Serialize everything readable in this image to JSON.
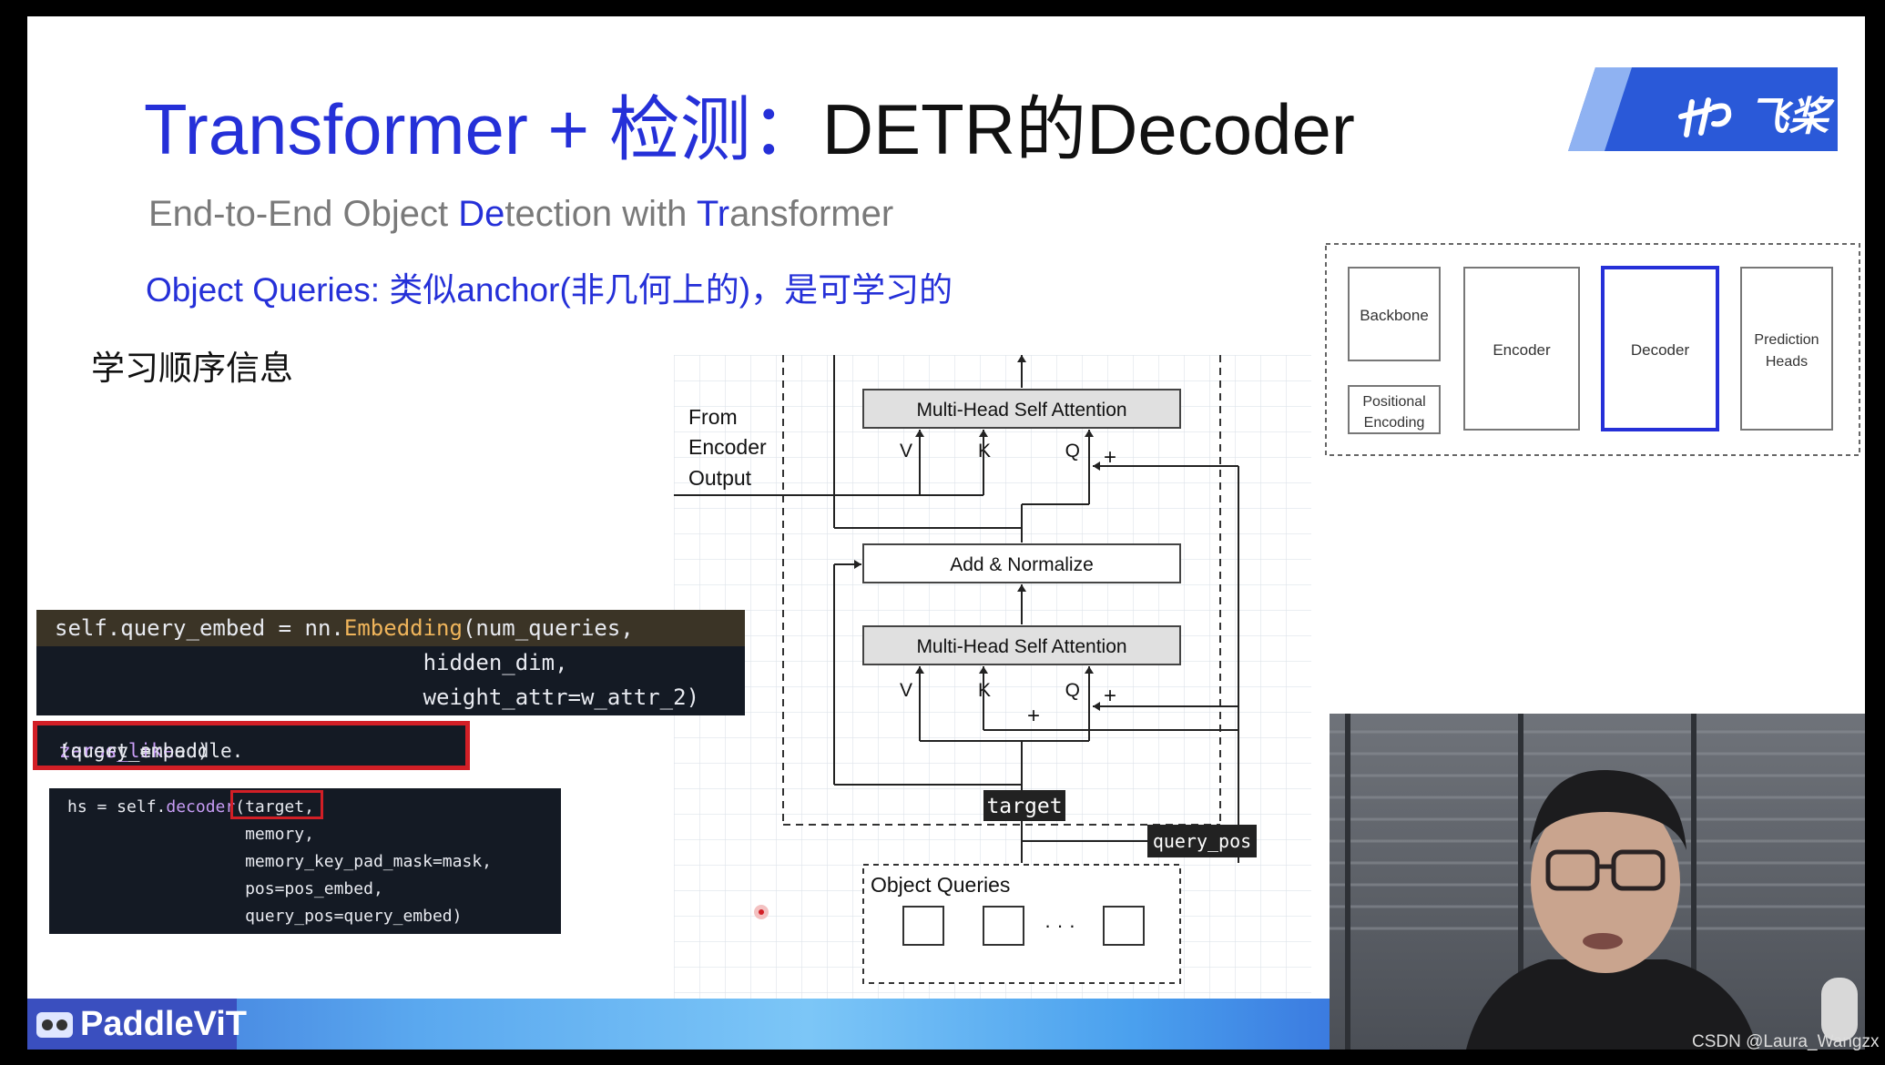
{
  "slide": {
    "title_blue": "Transformer + 检测：",
    "title_dark": "DETR的Decoder",
    "subtitle_parts": [
      "End-to-End Object ",
      "De",
      "tection with ",
      "Tr",
      "ansformer"
    ],
    "queries_note": "Object Queries: 类似anchor(非几何上的)，是可学习的",
    "learn_order": "学习顺序信息",
    "logo_text": "飞桨",
    "footer_brand": "PaddleViT",
    "watermark": "CSDN @Laura_Wangzx"
  },
  "pipeline": {
    "blocks": [
      "Backbone",
      "Positional Encoding",
      "Encoder",
      "Decoder",
      "Prediction Heads"
    ]
  },
  "diagram": {
    "from_encoder": [
      "From",
      "Encoder",
      "Output"
    ],
    "mhsa_top": "Multi-Head Self Attention",
    "add_norm": "Add & Normalize",
    "mhsa_bottom": "Multi-Head Self Attention",
    "v": "V",
    "k": "K",
    "q": "Q",
    "plus": "+",
    "target": "target",
    "query_pos": "query_pos",
    "object_queries": "Object Queries",
    "ellipsis": "· · ·"
  },
  "code": {
    "block1": [
      "self.query_embed = nn.",
      "Embedding",
      "(num_queries,",
      "                            hidden_dim,",
      "                            weight_attr=w_attr_2)"
    ],
    "block2_a": "target = paddle.",
    "block2_fn": "zeros_like",
    "block2_b": "(query_embed)",
    "block3": [
      "hs = self.",
      "decoder",
      "(target,",
      "                  memory,",
      "                  memory_key_pad_mask=mask,",
      "                  pos=pos_embed,",
      "                  query_pos=query_embed)"
    ]
  },
  "colors": {
    "accent": "#2530d8",
    "highlight_box": "#d21f26",
    "code_bg": "#141a24"
  }
}
